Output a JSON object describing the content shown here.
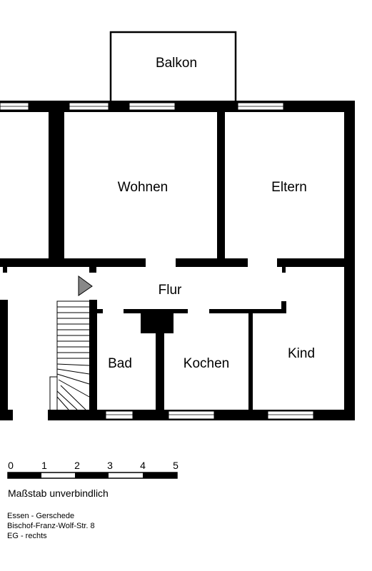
{
  "rooms": {
    "balkon": "Balkon",
    "wohnen": "Wohnen",
    "eltern": "Eltern",
    "flur": "Flur",
    "bad": "Bad",
    "kochen": "Kochen",
    "kind": "Kind"
  },
  "scale": {
    "ticks": [
      "0",
      "1",
      "2",
      "3",
      "4",
      "5"
    ],
    "caption": "Maßstab unverbindlich"
  },
  "address": {
    "line1": "Essen - Gerschede",
    "line2": "Bischof-Franz-Wolf-Str. 8",
    "line3": "EG - rechts"
  },
  "colors": {
    "wall": "#000000",
    "marker": "#888888",
    "background": "#ffffff"
  }
}
